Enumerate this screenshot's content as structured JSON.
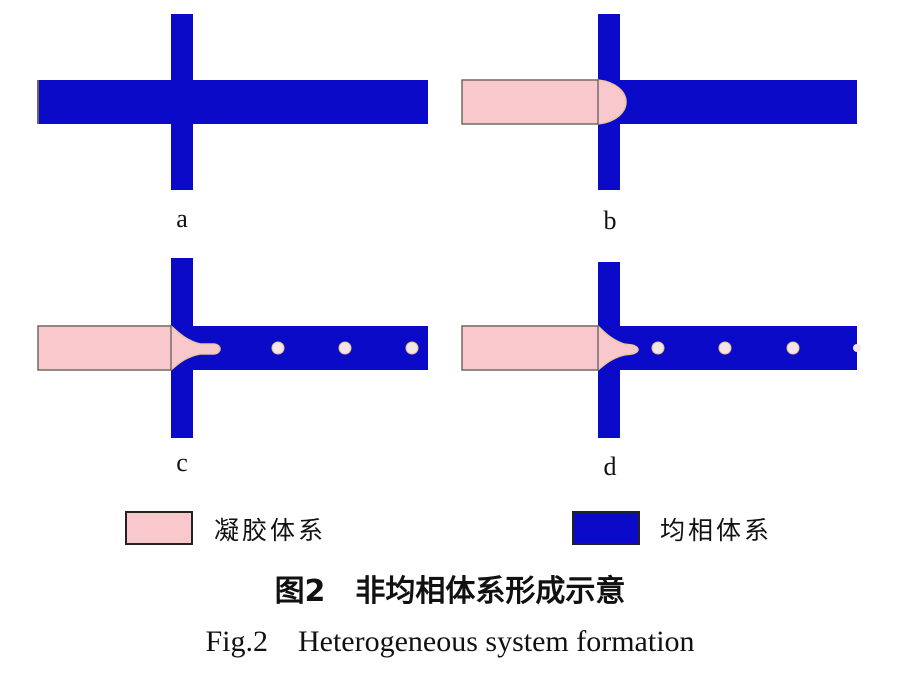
{
  "panels": [
    {
      "label": "a"
    },
    {
      "label": "b"
    },
    {
      "label": "c"
    },
    {
      "label": "d"
    }
  ],
  "legend": {
    "gel": {
      "label": "凝胶体系",
      "color": "#f9c8cd"
    },
    "homogeneous": {
      "label": "均相体系",
      "color": "#0a0ac8"
    }
  },
  "caption": {
    "cn": "图2　非均相体系形成示意",
    "en": "Fig.2　Heterogeneous system formation"
  },
  "colors": {
    "blue": "#0a0ac8",
    "pink": "#f9c8cd",
    "outline": "#555555",
    "droplet": "#f4e6e6"
  }
}
